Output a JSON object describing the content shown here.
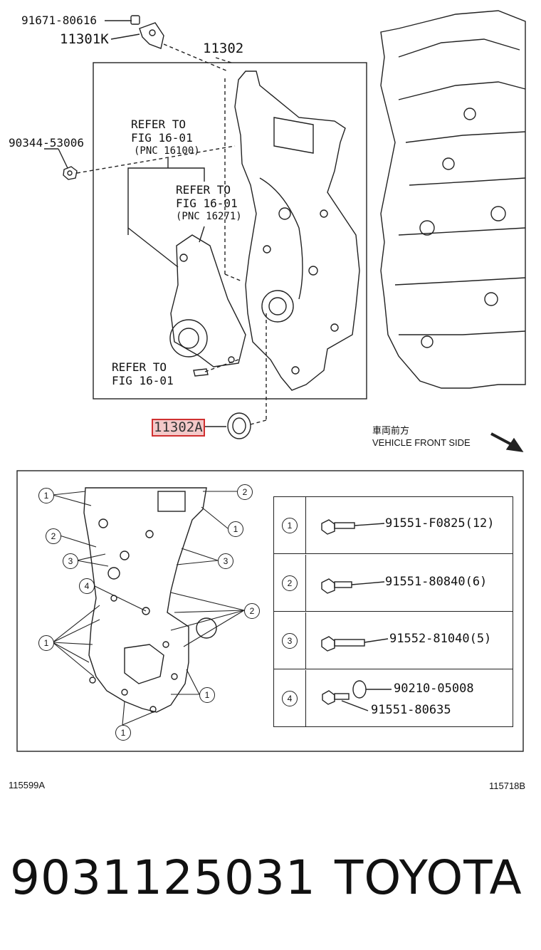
{
  "labels": {
    "bolt_sensor": "91671-80616",
    "sensor": "11301K",
    "cover": "11302",
    "nut": "90344-53006",
    "seal": "11302A"
  },
  "refs": {
    "ref1": [
      "REFER TO",
      "FIG 16-01",
      "(PNC 16100)"
    ],
    "ref2": [
      "REFER TO",
      "FIG 16-01",
      "(PNC 16271)"
    ],
    "ref3": [
      "REFER TO",
      "FIG 16-01"
    ]
  },
  "direction": {
    "jp": "車両前方",
    "en": "VEHICLE FRONT SIDE"
  },
  "callouts": [
    "1",
    "2",
    "3",
    "4"
  ],
  "table": [
    {
      "num": "1",
      "part": "91551-F0825(12)"
    },
    {
      "num": "2",
      "part": "91551-80840(6)"
    },
    {
      "num": "3",
      "part": "91552-81040(5)"
    },
    {
      "num": "4",
      "part": "90210-05008",
      "part2": "91551-80635"
    }
  ],
  "figure_codes": {
    "left": "115599A",
    "right": "115718B"
  },
  "bottom": {
    "part_number": "9031125031",
    "brand": "TOYOTA"
  }
}
